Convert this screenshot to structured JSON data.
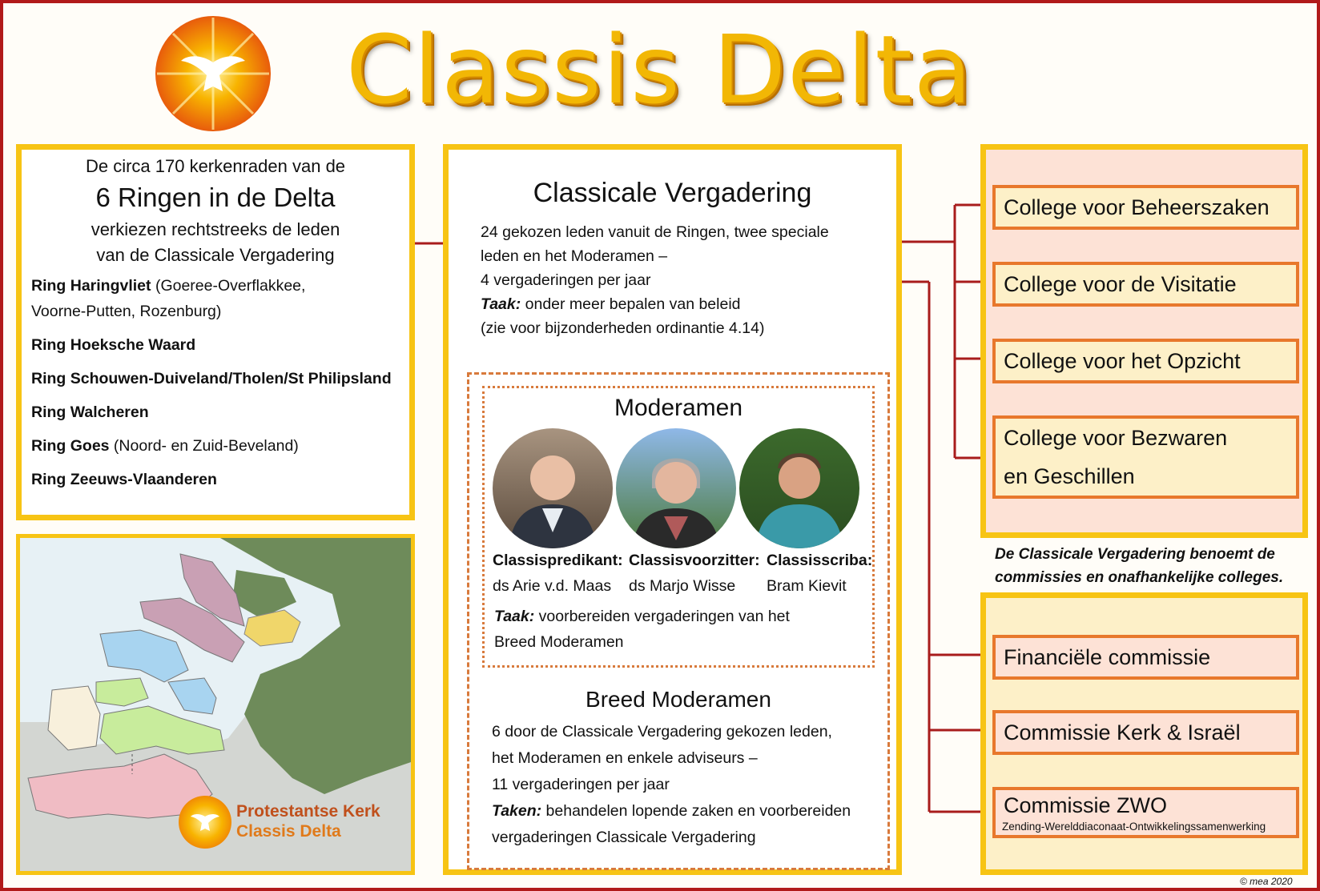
{
  "header": {
    "title": "Classis Delta"
  },
  "left_panel": {
    "intro_line1": "De circa 170 kerkenraden van de",
    "intro_line2": "6 Ringen in de Delta",
    "intro_line3": "verkiezen rechtstreeks de leden",
    "intro_line4": "van de Classicale Vergadering",
    "rings": [
      {
        "name": "Ring Haringvliet",
        "detail": " (Goeree-Overflakkee,",
        "detail2": "Voorne-Putten, Rozenburg)"
      },
      {
        "name": "Ring Hoeksche Waard",
        "detail": ""
      },
      {
        "name": "Ring Schouwen-Duiveland/Tholen/St Philipsland",
        "detail": ""
      },
      {
        "name": "Ring Walcheren",
        "detail": ""
      },
      {
        "name": "Ring Goes",
        "detail": " (Noord- en Zuid-Beveland)"
      },
      {
        "name": "Ring Zeeuws-Vlaanderen",
        "detail": ""
      }
    ]
  },
  "map_logo": {
    "line1": "Protestantse Kerk",
    "line2": "Classis Delta"
  },
  "classicale_vergadering": {
    "title": "Classicale Vergadering",
    "lines": [
      "24 gekozen leden vanuit de Ringen, twee speciale",
      "leden en het Moderamen –",
      "4 vergaderingen per jaar"
    ],
    "task_label": "Taak:",
    "task_text": " onder meer bepalen van beleid",
    "note": "(zie voor bijzonderheden ordinantie 4.14)"
  },
  "moderamen": {
    "title": "Moderamen",
    "members": [
      {
        "role": "Classispredikant:",
        "name": "ds Arie v.d. Maas"
      },
      {
        "role": "Classisvoorzitter:",
        "name": "ds Marjo Wisse"
      },
      {
        "role": "Classisscriba:",
        "name": "Bram Kievit"
      }
    ],
    "task_label": "Taak:",
    "task_text": " voorbereiden vergaderingen van het",
    "task_text2": "Breed Moderamen"
  },
  "breed_moderamen": {
    "title": "Breed Moderamen",
    "lines": [
      "6 door de Classicale Vergadering gekozen leden,",
      "het Moderamen en enkele adviseurs –",
      "11 vergaderingen per jaar"
    ],
    "task_label": "Taken:",
    "task_text": " behandelen lopende zaken en voorbereiden",
    "task_text2": "vergaderingen Classicale Vergadering"
  },
  "colleges": [
    "College voor Beheerszaken",
    "College voor de Visitatie",
    "College voor het Opzicht",
    "College voor Bezwaren",
    "en Geschillen"
  ],
  "appointment_note": {
    "line1": "De Classicale Vergadering benoemt de",
    "line2": "commissies en onafhankelijke colleges."
  },
  "commissions": [
    "Financiële commissie",
    "Commissie Kerk & Israël",
    "Commissie ZWO"
  ],
  "zwo_subtitle": "Zending-Werelddiaconaat-Ontwikkelingssamenwerking",
  "copyright": "© mea 2020",
  "colors": {
    "frame": "#b11a1a",
    "box_border": "#f7c414",
    "dashed": "#d87a3c",
    "college_fill": "#fde2d6",
    "commission_fill": "#fdf0c8",
    "connector": "#a81c1c"
  }
}
